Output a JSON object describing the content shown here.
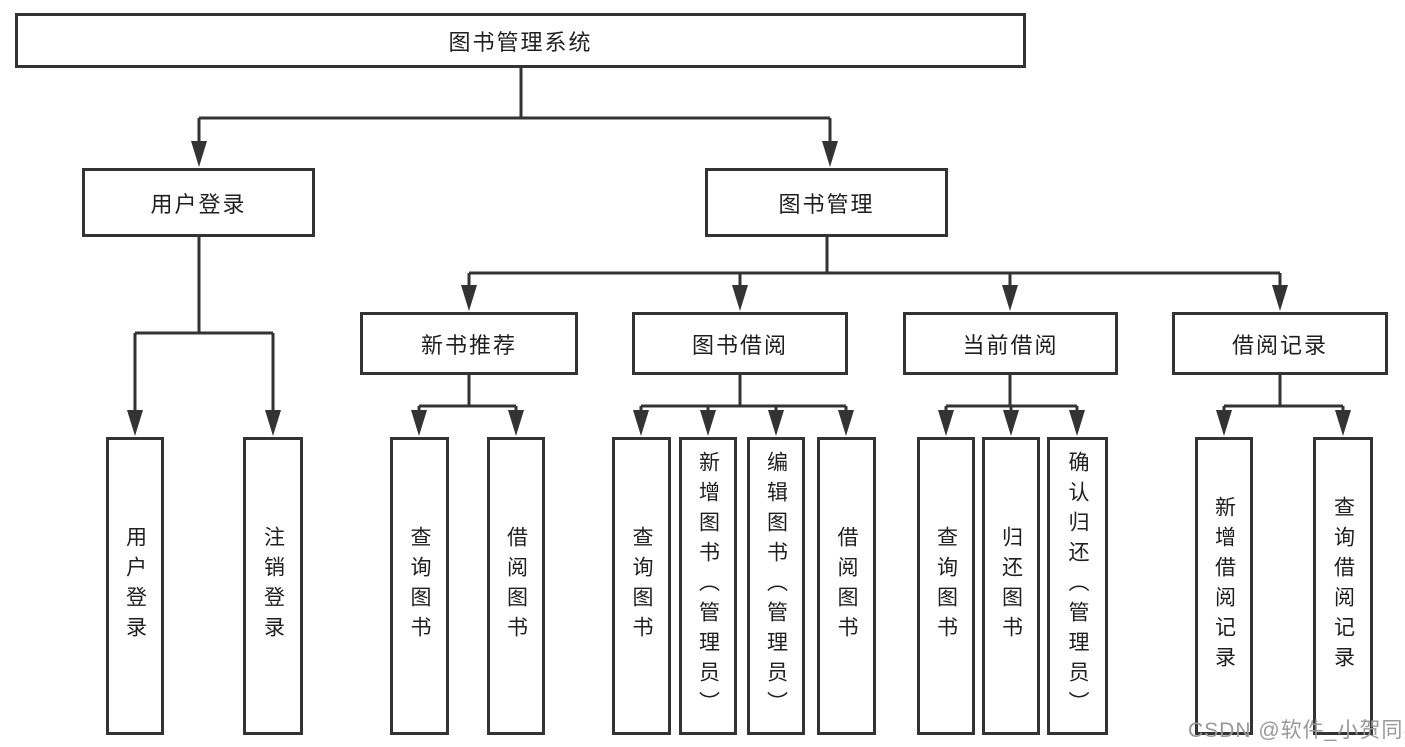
{
  "nodes": {
    "root": "图书管理系统",
    "level2": [
      "用户登录",
      "图书管理"
    ],
    "level3": [
      "新书推荐",
      "图书借阅",
      "当前借阅",
      "借阅记录"
    ],
    "level4": [
      "用户登录",
      "注销登录",
      "查询图书",
      "借阅图书",
      "查询图书",
      "新增图书（管理员）",
      "编辑图书（管理员）",
      "借阅图书",
      "查询图书",
      "归还图书",
      "确认归还（管理员）",
      "新增借阅记录",
      "查询借阅记录"
    ]
  },
  "watermark": "CSDN @软件_小贺同学",
  "colors": {
    "line": "#333333",
    "text": "#1f1f1f",
    "box_background": "#ffffff",
    "watermark": "#999999",
    "background": "#ffffff"
  }
}
